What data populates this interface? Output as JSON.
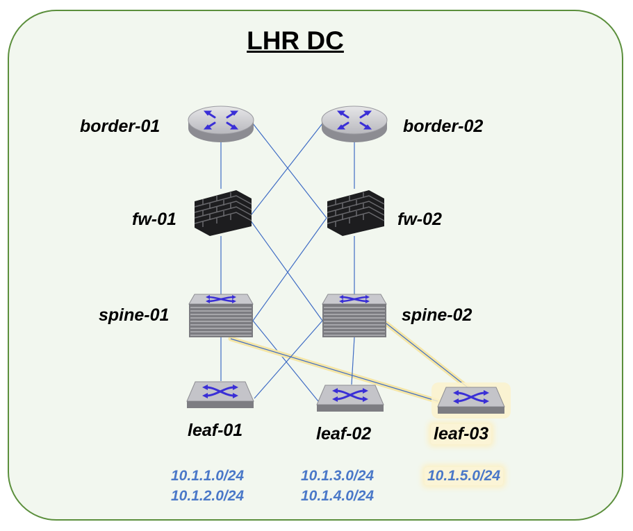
{
  "title": "LHR DC",
  "nodes": {
    "border_01": {
      "label": "border-01",
      "kind": "router-icon"
    },
    "border_02": {
      "label": "border-02",
      "kind": "router-icon"
    },
    "fw_01": {
      "label": "fw-01",
      "kind": "firewall-icon"
    },
    "fw_02": {
      "label": "fw-02",
      "kind": "firewall-icon"
    },
    "spine_01": {
      "label": "spine-01",
      "kind": "spine-switch-icon"
    },
    "spine_02": {
      "label": "spine-02",
      "kind": "spine-switch-icon"
    },
    "leaf_01": {
      "label": "leaf-01",
      "kind": "leaf-switch-icon"
    },
    "leaf_02": {
      "label": "leaf-02",
      "kind": "leaf-switch-icon"
    },
    "leaf_03": {
      "label": "leaf-03",
      "kind": "leaf-switch-icon",
      "highlighted": true
    }
  },
  "subnets": {
    "leaf_01": [
      "10.1.1.0/24",
      "10.1.2.0/24"
    ],
    "leaf_02": [
      "10.1.3.0/24",
      "10.1.4.0/24"
    ],
    "leaf_03": [
      "10.1.5.0/24"
    ]
  },
  "links": [
    {
      "from": "border-01",
      "to": "fw-01"
    },
    {
      "from": "border-01",
      "to": "fw-02"
    },
    {
      "from": "border-02",
      "to": "fw-01"
    },
    {
      "from": "border-02",
      "to": "fw-02"
    },
    {
      "from": "fw-01",
      "to": "spine-01"
    },
    {
      "from": "fw-01",
      "to": "spine-02"
    },
    {
      "from": "fw-02",
      "to": "spine-01"
    },
    {
      "from": "fw-02",
      "to": "spine-02"
    },
    {
      "from": "spine-01",
      "to": "leaf-01"
    },
    {
      "from": "spine-01",
      "to": "leaf-02"
    },
    {
      "from": "spine-01",
      "to": "leaf-03",
      "highlighted": true
    },
    {
      "from": "spine-02",
      "to": "leaf-01"
    },
    {
      "from": "spine-02",
      "to": "leaf-02"
    },
    {
      "from": "spine-02",
      "to": "leaf-03",
      "highlighted": true
    }
  ],
  "colors": {
    "panel_border": "#5b8f3c",
    "panel_fill": "#f2f7ef",
    "link": "#3f6cc4",
    "highlight": "#f5e6a6",
    "subnet_text": "#4a78c8",
    "icon_arrow": "#3a2fd6"
  }
}
